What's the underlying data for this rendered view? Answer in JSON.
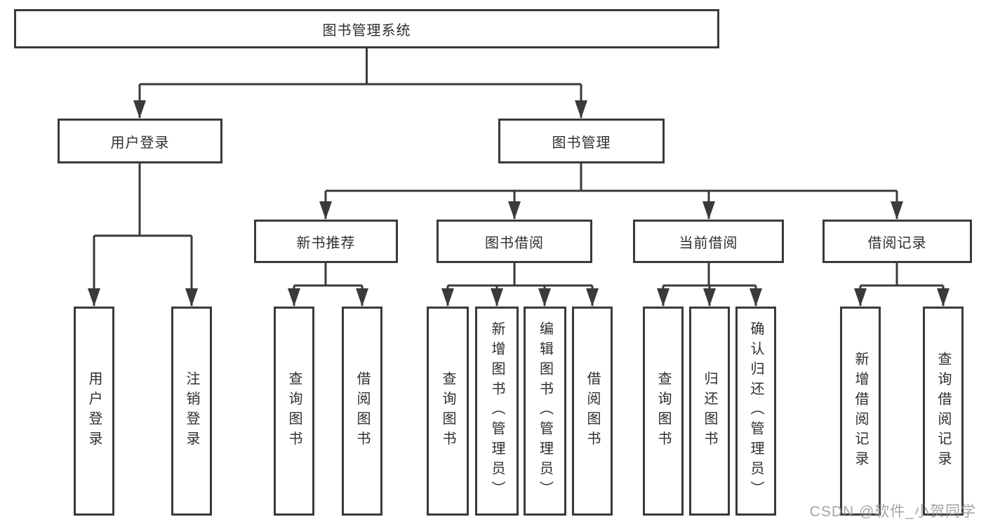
{
  "diagram": {
    "type": "tree",
    "title": "图书管理系统",
    "watermark": "CSDN @软件_小贺同学",
    "colors": {
      "line": "#3a3a3a",
      "box_border": "#3a3a3a",
      "text": "#2f2f2f",
      "background": "#ffffff",
      "watermark": "#949494"
    },
    "nodes": [
      {
        "id": "root",
        "level": 1,
        "parent": null,
        "label": "图书管理系统"
      },
      {
        "id": "user-login-branch",
        "level": 2,
        "parent": "root",
        "label": "用户登录"
      },
      {
        "id": "book-mgmt-branch",
        "level": 2,
        "parent": "root",
        "label": "图书管理"
      },
      {
        "id": "new-book-recommend",
        "level": 3,
        "parent": "图书管理",
        "label": "新书推荐"
      },
      {
        "id": "book-borrow",
        "level": 3,
        "parent": "图书管理",
        "label": "图书借阅"
      },
      {
        "id": "current-borrow",
        "level": 3,
        "parent": "图书管理",
        "label": "当前借阅"
      },
      {
        "id": "borrow-records",
        "level": 3,
        "parent": "图书管理",
        "label": "借阅记录"
      },
      {
        "id": "leaf-user-login",
        "level": 4,
        "parent": "用户登录",
        "label": "用户登录"
      },
      {
        "id": "leaf-logout",
        "level": 4,
        "parent": "用户登录",
        "label": "注销登录"
      },
      {
        "id": "leaf-query-book-1",
        "level": 4,
        "parent": "新书推荐",
        "label": "查询图书"
      },
      {
        "id": "leaf-borrow-book-1",
        "level": 4,
        "parent": "新书推荐",
        "label": "借阅图书"
      },
      {
        "id": "leaf-query-book-2",
        "level": 4,
        "parent": "图书借阅",
        "label": "查询图书"
      },
      {
        "id": "leaf-add-book",
        "level": 4,
        "parent": "图书借阅",
        "label": "新增图书（管理员）"
      },
      {
        "id": "leaf-edit-book",
        "level": 4,
        "parent": "图书借阅",
        "label": "编辑图书（管理员）"
      },
      {
        "id": "leaf-borrow-book-2",
        "level": 4,
        "parent": "图书借阅",
        "label": "借阅图书"
      },
      {
        "id": "leaf-query-book-3",
        "level": 4,
        "parent": "当前借阅",
        "label": "查询图书"
      },
      {
        "id": "leaf-return-book",
        "level": 4,
        "parent": "当前借阅",
        "label": "归还图书"
      },
      {
        "id": "leaf-confirm-return",
        "level": 4,
        "parent": "当前借阅",
        "label": "确认归还（管理员）"
      },
      {
        "id": "leaf-add-record",
        "level": 4,
        "parent": "借阅记录",
        "label": "新增借阅记录"
      },
      {
        "id": "leaf-query-record",
        "level": 4,
        "parent": "借阅记录",
        "label": "查询借阅记录"
      }
    ],
    "hierarchy": {
      "图书管理系统": {
        "用户登录": [
          "用户登录",
          "注销登录"
        ],
        "图书管理": {
          "新书推荐": [
            "查询图书",
            "借阅图书"
          ],
          "图书借阅": [
            "查询图书",
            "新增图书（管理员）",
            "编辑图书（管理员）",
            "借阅图书"
          ],
          "当前借阅": [
            "查询图书",
            "归还图书",
            "确认归还（管理员）"
          ],
          "借阅记录": [
            "新增借阅记录",
            "查询借阅记录"
          ]
        }
      }
    }
  }
}
